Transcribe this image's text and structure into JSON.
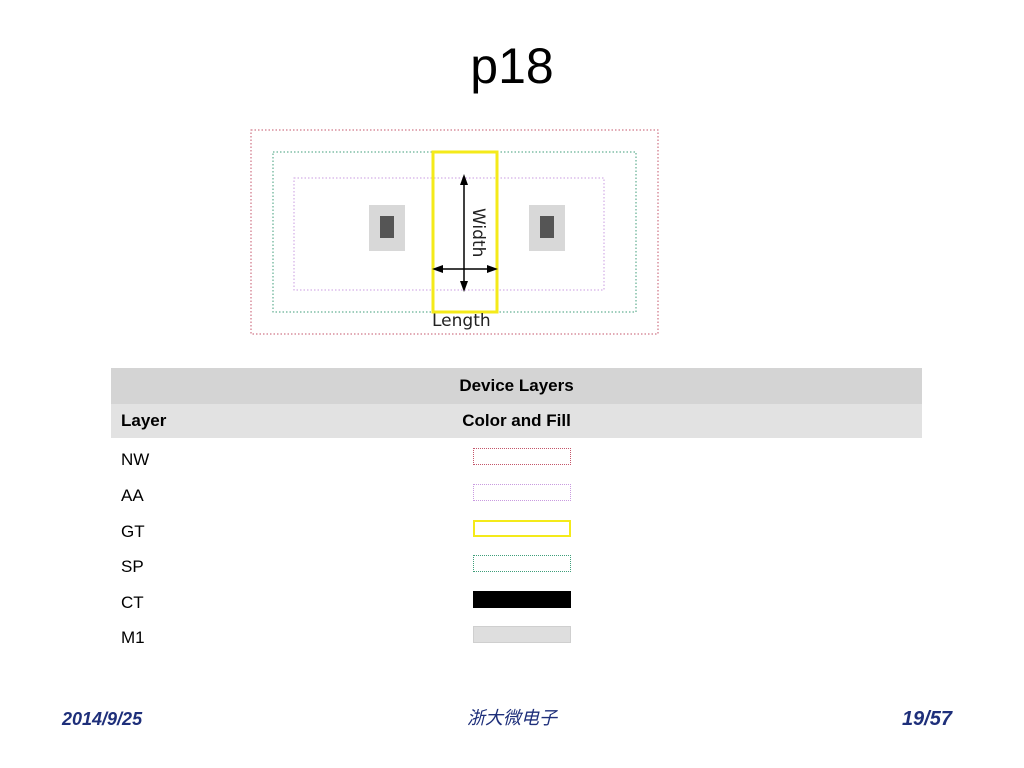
{
  "slide": {
    "title": "p18"
  },
  "diagram": {
    "length_label": "Length",
    "width_label": "Width",
    "colors": {
      "nw": "#c4566b",
      "sp": "#3f9e7a",
      "aa": "#c99be0",
      "gt": "#f4ea1a",
      "contact_pad": "#d8d8d8",
      "contact": "#555555",
      "arrow": "#000000"
    }
  },
  "table": {
    "heading": "Device Layers",
    "col_layer": "Layer",
    "col_color": "Color and Fill",
    "rows": [
      {
        "name": "NW",
        "style": "dotted",
        "color": "#c4566b"
      },
      {
        "name": "AA",
        "style": "dotted",
        "color": "#c99be0"
      },
      {
        "name": "GT",
        "style": "solid",
        "color": "#f4ea1a"
      },
      {
        "name": "SP",
        "style": "dotted",
        "color": "#3f9e7a"
      },
      {
        "name": "CT",
        "style": "fill",
        "color": "#000000"
      },
      {
        "name": "M1",
        "style": "fill",
        "color": "#dedede"
      }
    ]
  },
  "footer": {
    "date": "2014/9/25",
    "org": "浙大微电子",
    "page": "19/57"
  }
}
